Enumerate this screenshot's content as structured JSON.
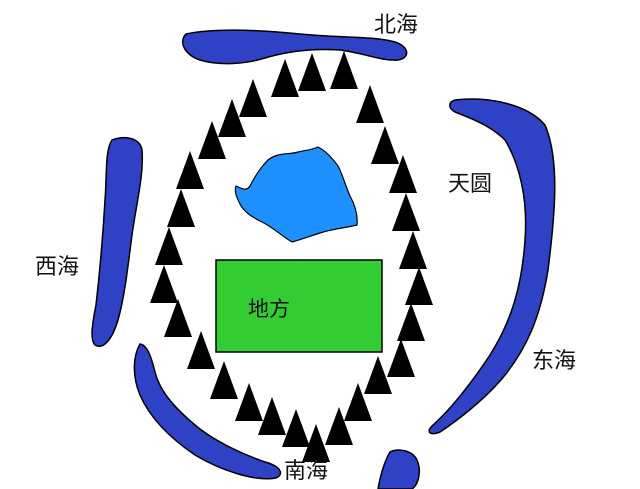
{
  "labels": {
    "north_sea": "北海",
    "heaven_round": "天圆",
    "west_sea": "西海",
    "east_sea": "东海",
    "south_sea": "南海",
    "earth_square": "地方"
  },
  "colors": {
    "sea": "#2f41c4",
    "lake": "#1e90ff",
    "earth": "#33cc33",
    "mountain": "#000000",
    "outline": "#000000",
    "background": "#ffffff"
  },
  "icons": {
    "mountain": "mountain-triangle-icon"
  }
}
